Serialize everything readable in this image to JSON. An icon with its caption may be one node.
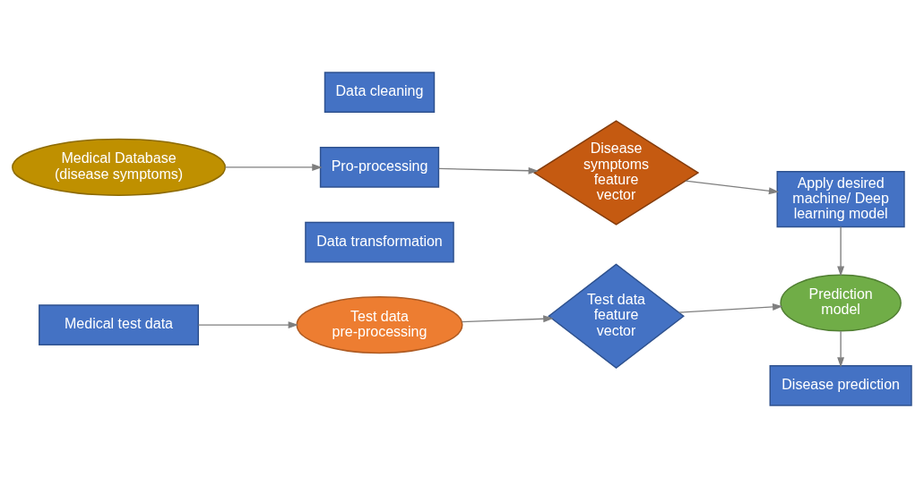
{
  "diagram": {
    "nodes": [
      {
        "text": [
          "Medical Database (disease symptoms)"
        ]
      },
      {
        "text": [
          "Data cleaning"
        ]
      },
      {
        "text": [
          "Pro-processing"
        ]
      },
      {
        "text": [
          "Data transformation"
        ]
      },
      {
        "text": [
          "Disease symptoms feature vector"
        ]
      },
      {
        "text": [
          "Apply desired machine/ Deep learning model"
        ]
      },
      {
        "text": [
          "Prediction model"
        ]
      },
      {
        "text": [
          "Medical test data"
        ]
      },
      {
        "text": [
          "Test data pre-processing"
        ]
      },
      {
        "text": [
          "Test data feature vector"
        ]
      },
      {
        "text": [
          "Disease prediction"
        ]
      }
    ],
    "edges": [
      {
        "from": 0,
        "to": 2,
        "arrow": "to"
      },
      {
        "from": 2,
        "to": 4,
        "arrow": "to"
      },
      {
        "from": 4,
        "to": 5,
        "arrow": "to"
      },
      {
        "from": 5,
        "to": 6,
        "arrow": "to"
      },
      {
        "from": 6,
        "to": 10,
        "arrow": "to"
      },
      {
        "from": 7,
        "to": 8,
        "arrow": "to"
      },
      {
        "from": 8,
        "to": 9,
        "arrow": "to"
      },
      {
        "from": 9,
        "to": 6,
        "arrow": "to"
      }
    ]
  }
}
